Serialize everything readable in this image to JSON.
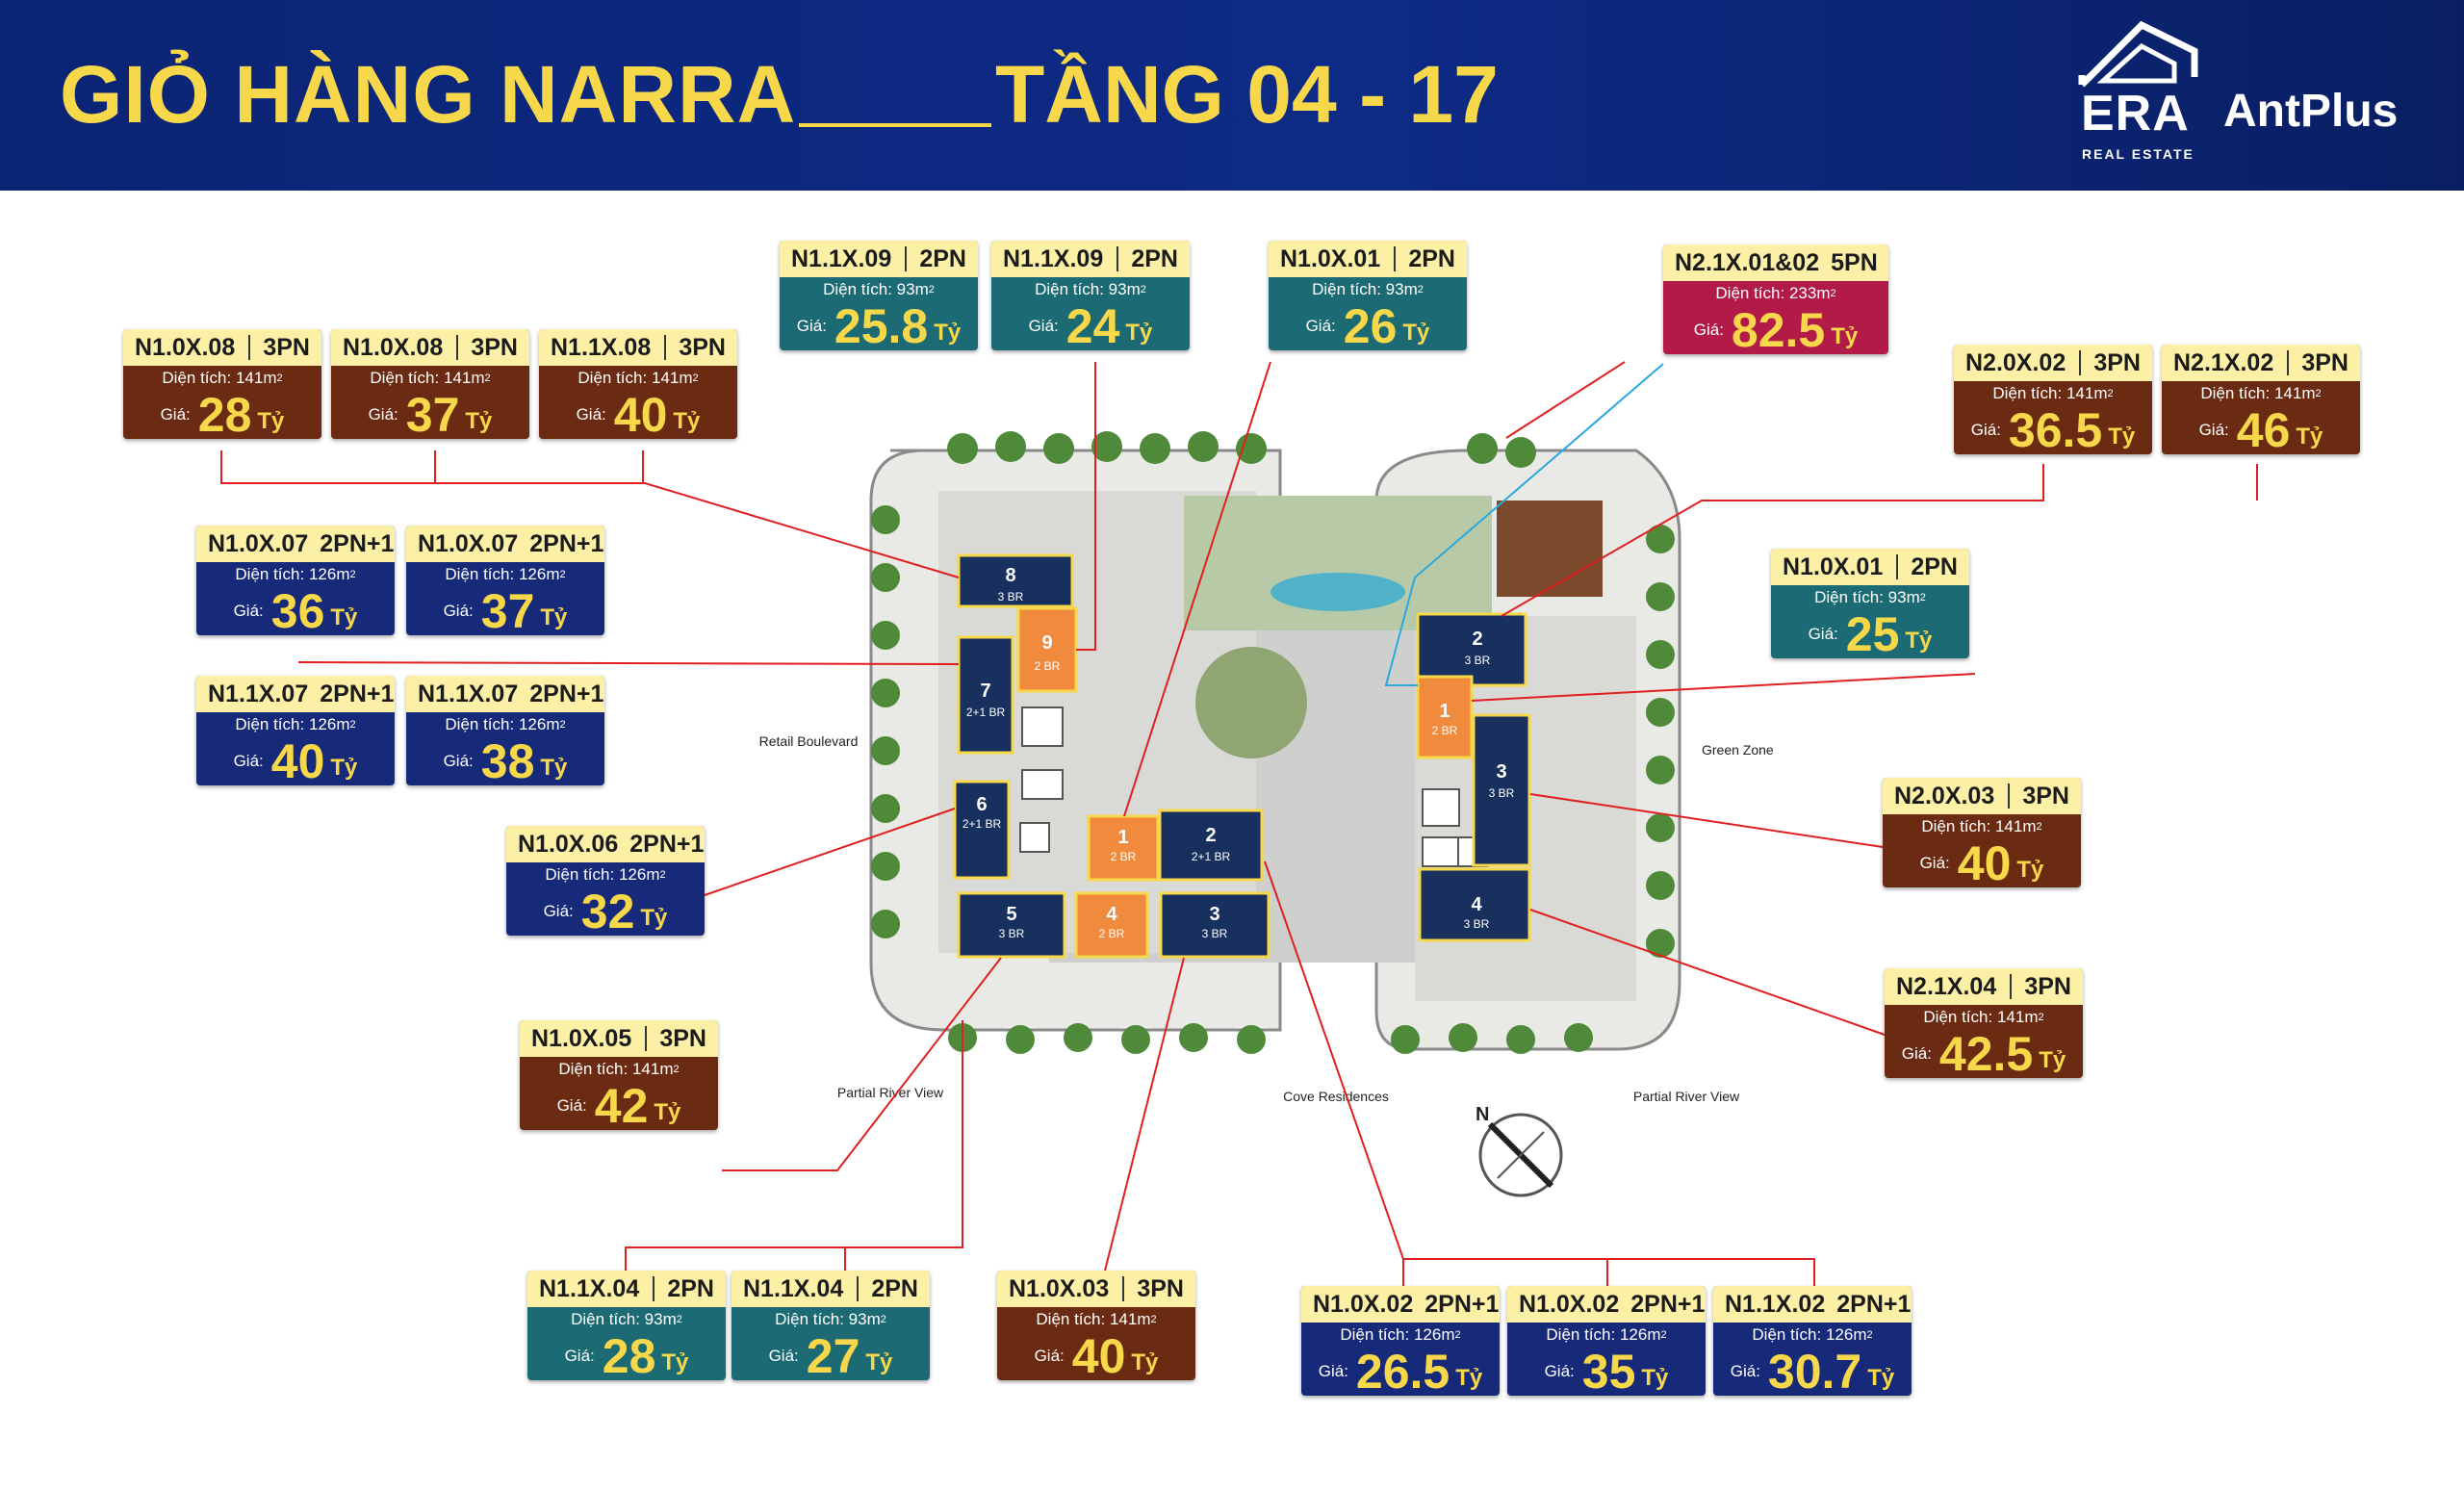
{
  "header": {
    "title": "GIỎ HÀNG NARRA",
    "floor": "TẦNG 04 - 17",
    "logo_era": "ERA",
    "logo_era_sub": "REAL ESTATE",
    "logo_partner": "AntPlus"
  },
  "labels": {
    "area": "Diện tích:",
    "price": "Giá:",
    "unit": "Tỷ",
    "sqm": "m"
  },
  "colors": {
    "header_bg": "#0c2474",
    "title": "#f7d84a",
    "brown": "#6b2a12",
    "navy": "#172a7a",
    "teal": "#1c6b74",
    "crimson": "#b21a48",
    "unit_orange": "#f08a3c",
    "unit_navy": "#17305e",
    "leader_red": "#e02020",
    "leader_cyan": "#2aa8e0"
  },
  "units": [
    {
      "code": "N1.0X.08",
      "bed": "3PN",
      "area": "141",
      "price": "28",
      "theme": "brown"
    },
    {
      "code": "N1.0X.08",
      "bed": "3PN",
      "area": "141",
      "price": "37",
      "theme": "brown"
    },
    {
      "code": "N1.1X.08",
      "bed": "3PN",
      "area": "141",
      "price": "40",
      "theme": "brown"
    },
    {
      "code": "N1.1X.09",
      "bed": "2PN",
      "area": "93",
      "price": "25.8",
      "theme": "teal"
    },
    {
      "code": "N1.1X.09",
      "bed": "2PN",
      "area": "93",
      "price": "24",
      "theme": "teal"
    },
    {
      "code": "N1.0X.01",
      "bed": "2PN",
      "area": "93",
      "price": "26",
      "theme": "teal"
    },
    {
      "code": "N2.1X.01&02",
      "bed": "5PN",
      "area": "233",
      "price": "82.5",
      "theme": "crimson"
    },
    {
      "code": "N2.0X.02",
      "bed": "3PN",
      "area": "141",
      "price": "36.5",
      "theme": "brown"
    },
    {
      "code": "N2.1X.02",
      "bed": "3PN",
      "area": "141",
      "price": "46",
      "theme": "brown"
    },
    {
      "code": "N1.0X.07",
      "bed": "2PN+1",
      "area": "126",
      "price": "36",
      "theme": "navy"
    },
    {
      "code": "N1.0X.07",
      "bed": "2PN+1",
      "area": "126",
      "price": "37",
      "theme": "navy"
    },
    {
      "code": "N1.1X.07",
      "bed": "2PN+1",
      "area": "126",
      "price": "40",
      "theme": "navy"
    },
    {
      "code": "N1.1X.07",
      "bed": "2PN+1",
      "area": "126",
      "price": "38",
      "theme": "navy"
    },
    {
      "code": "N1.0X.01",
      "bed": "2PN",
      "area": "93",
      "price": "25",
      "theme": "teal"
    },
    {
      "code": "N1.0X.06",
      "bed": "2PN+1",
      "area": "126",
      "price": "32",
      "theme": "navy"
    },
    {
      "code": "N2.0X.03",
      "bed": "3PN",
      "area": "141",
      "price": "40",
      "theme": "brown"
    },
    {
      "code": "N2.1X.04",
      "bed": "3PN",
      "area": "141",
      "price": "42.5",
      "theme": "brown"
    },
    {
      "code": "N1.0X.05",
      "bed": "3PN",
      "area": "141",
      "price": "42",
      "theme": "brown"
    },
    {
      "code": "N1.1X.04",
      "bed": "2PN",
      "area": "93",
      "price": "28",
      "theme": "teal"
    },
    {
      "code": "N1.1X.04",
      "bed": "2PN",
      "area": "93",
      "price": "27",
      "theme": "teal"
    },
    {
      "code": "N1.0X.03",
      "bed": "3PN",
      "area": "141",
      "price": "40",
      "theme": "brown"
    },
    {
      "code": "N1.0X.02",
      "bed": "2PN+1",
      "area": "126",
      "price": "26.5",
      "theme": "navy"
    },
    {
      "code": "N1.0X.02",
      "bed": "2PN+1",
      "area": "126",
      "price": "35",
      "theme": "navy"
    },
    {
      "code": "N1.1X.02",
      "bed": "2PN+1",
      "area": "126",
      "price": "30.7",
      "theme": "navy"
    }
  ],
  "site_plan": {
    "blocks": [
      {
        "num": "8",
        "type": "3 BR",
        "color": "navy"
      },
      {
        "num": "9",
        "type": "2 BR",
        "color": "orange"
      },
      {
        "num": "7",
        "type": "2+1 BR",
        "color": "navy"
      },
      {
        "num": "6",
        "type": "2+1 BR",
        "color": "navy"
      },
      {
        "num": "1",
        "type": "2 BR",
        "color": "orange"
      },
      {
        "num": "2",
        "type": "2+1 BR",
        "color": "navy"
      },
      {
        "num": "5",
        "type": "3 BR",
        "color": "navy"
      },
      {
        "num": "4",
        "type": "2 BR",
        "color": "orange"
      },
      {
        "num": "3",
        "type": "3 BR",
        "color": "navy"
      },
      {
        "num": "2",
        "type": "3 BR",
        "color": "navy"
      },
      {
        "num": "1",
        "type": "2 BR",
        "color": "orange"
      },
      {
        "num": "3",
        "type": "3 BR",
        "color": "navy"
      },
      {
        "num": "4",
        "type": "3 BR",
        "color": "navy"
      }
    ],
    "views": {
      "retail": "Retail Boulevard",
      "green": "Green Zone",
      "river_left": "Partial River View",
      "cove": "Cove Residences",
      "river_right": "Partial River View",
      "compass": "N"
    }
  }
}
